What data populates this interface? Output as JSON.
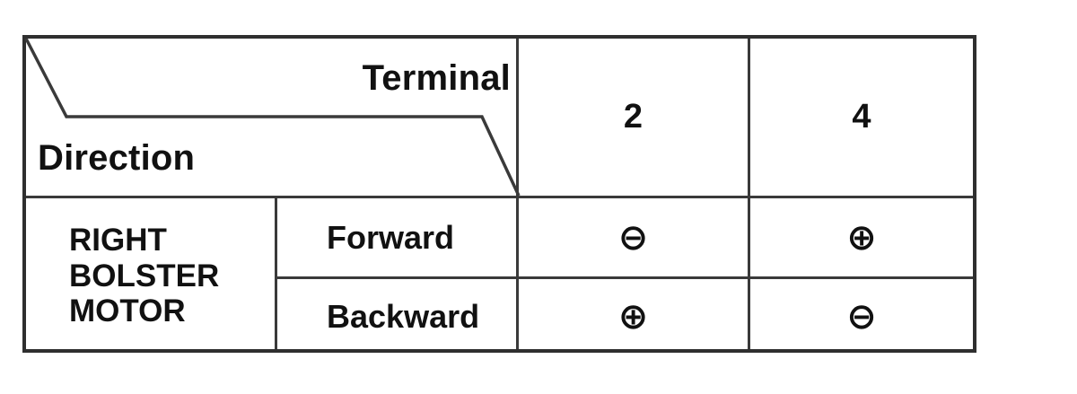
{
  "table": {
    "header": {
      "corner_top_label": "Terminal",
      "corner_bottom_label": "Direction",
      "terminal_columns": [
        "2",
        "4"
      ]
    },
    "row_group": {
      "label_lines": [
        "RIGHT",
        "BOLSTER",
        "MOTOR"
      ]
    },
    "rows": [
      {
        "direction": "Forward",
        "terminal_2": "⊖",
        "terminal_2_name": "circled-minus",
        "terminal_4": "⊕",
        "terminal_4_name": "circled-plus"
      },
      {
        "direction": "Backward",
        "terminal_2": "⊕",
        "terminal_2_name": "circled-plus",
        "terminal_4": "⊖",
        "terminal_4_name": "circled-minus"
      }
    ]
  },
  "colors": {
    "line": "#3a3a3a",
    "border": "#2f2f2f",
    "text": "#111111",
    "background": "#ffffff"
  }
}
